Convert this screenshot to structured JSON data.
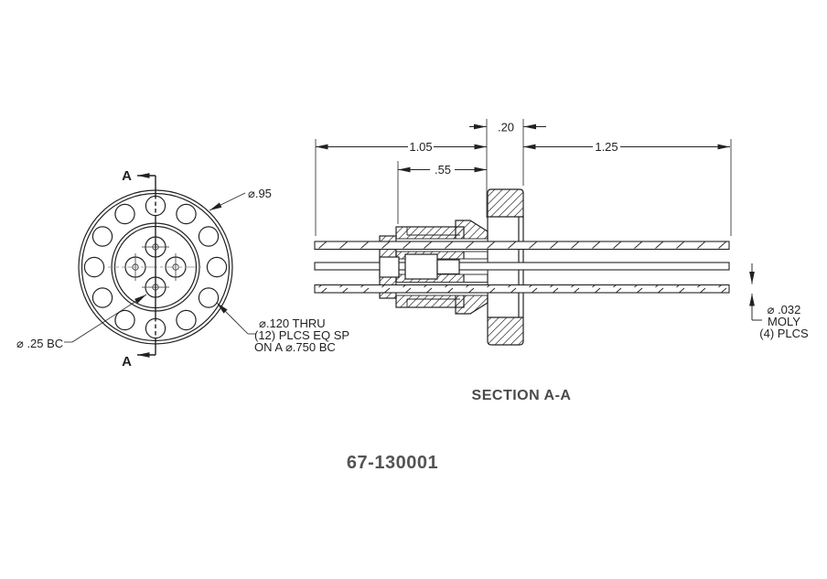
{
  "drawing": {
    "part_number": "67-130001",
    "section_title": "SECTION A-A",
    "front_view": {
      "marker_top": "A",
      "marker_bottom": "A",
      "outer_dia_label": "⌀.95",
      "pin_bolt_circle_label": "⌀ .25 BC",
      "hole_note_line1": "⌀.120 THRU",
      "hole_note_line2": "(12) PLCS EQ SP",
      "hole_note_line3": "ON A ⌀.750 BC"
    },
    "section_view": {
      "dim_body_length": "1.05",
      "dim_insert_length": ".55",
      "dim_flange_thickness": ".20",
      "dim_pin_length": "1.25",
      "pin_note_line1": "⌀ .032",
      "pin_note_line2": "MOLY",
      "pin_note_line3": "(4) PLCS"
    },
    "colors": {
      "line": "#222222",
      "title_text": "#4a4a4a",
      "background": "#ffffff"
    }
  }
}
